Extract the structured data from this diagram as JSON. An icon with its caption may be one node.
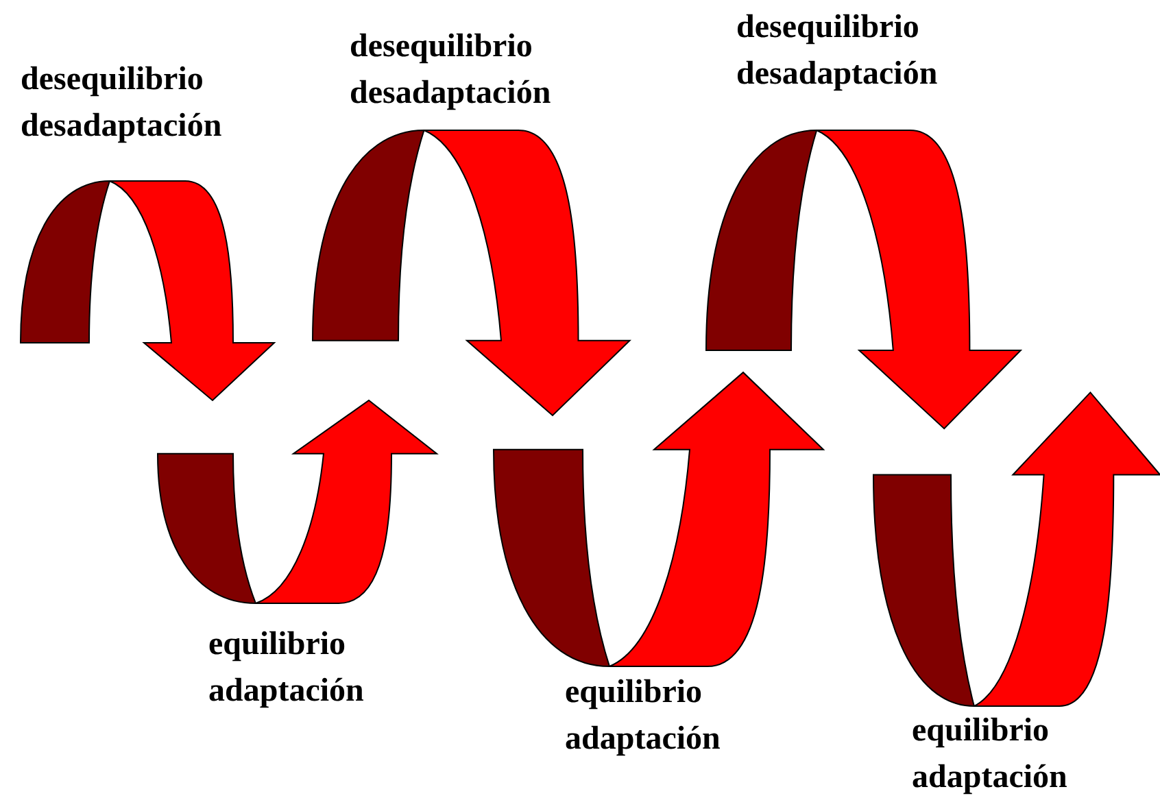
{
  "diagram": {
    "labels": [
      "desequilibrio",
      "desadaptación",
      "desequilibrio",
      "desadaptación",
      "desequilibrio",
      "desadaptación",
      "equilibrio",
      "adaptación",
      "equilibrio",
      "adaptación",
      "equilibrio",
      "adaptación"
    ]
  }
}
